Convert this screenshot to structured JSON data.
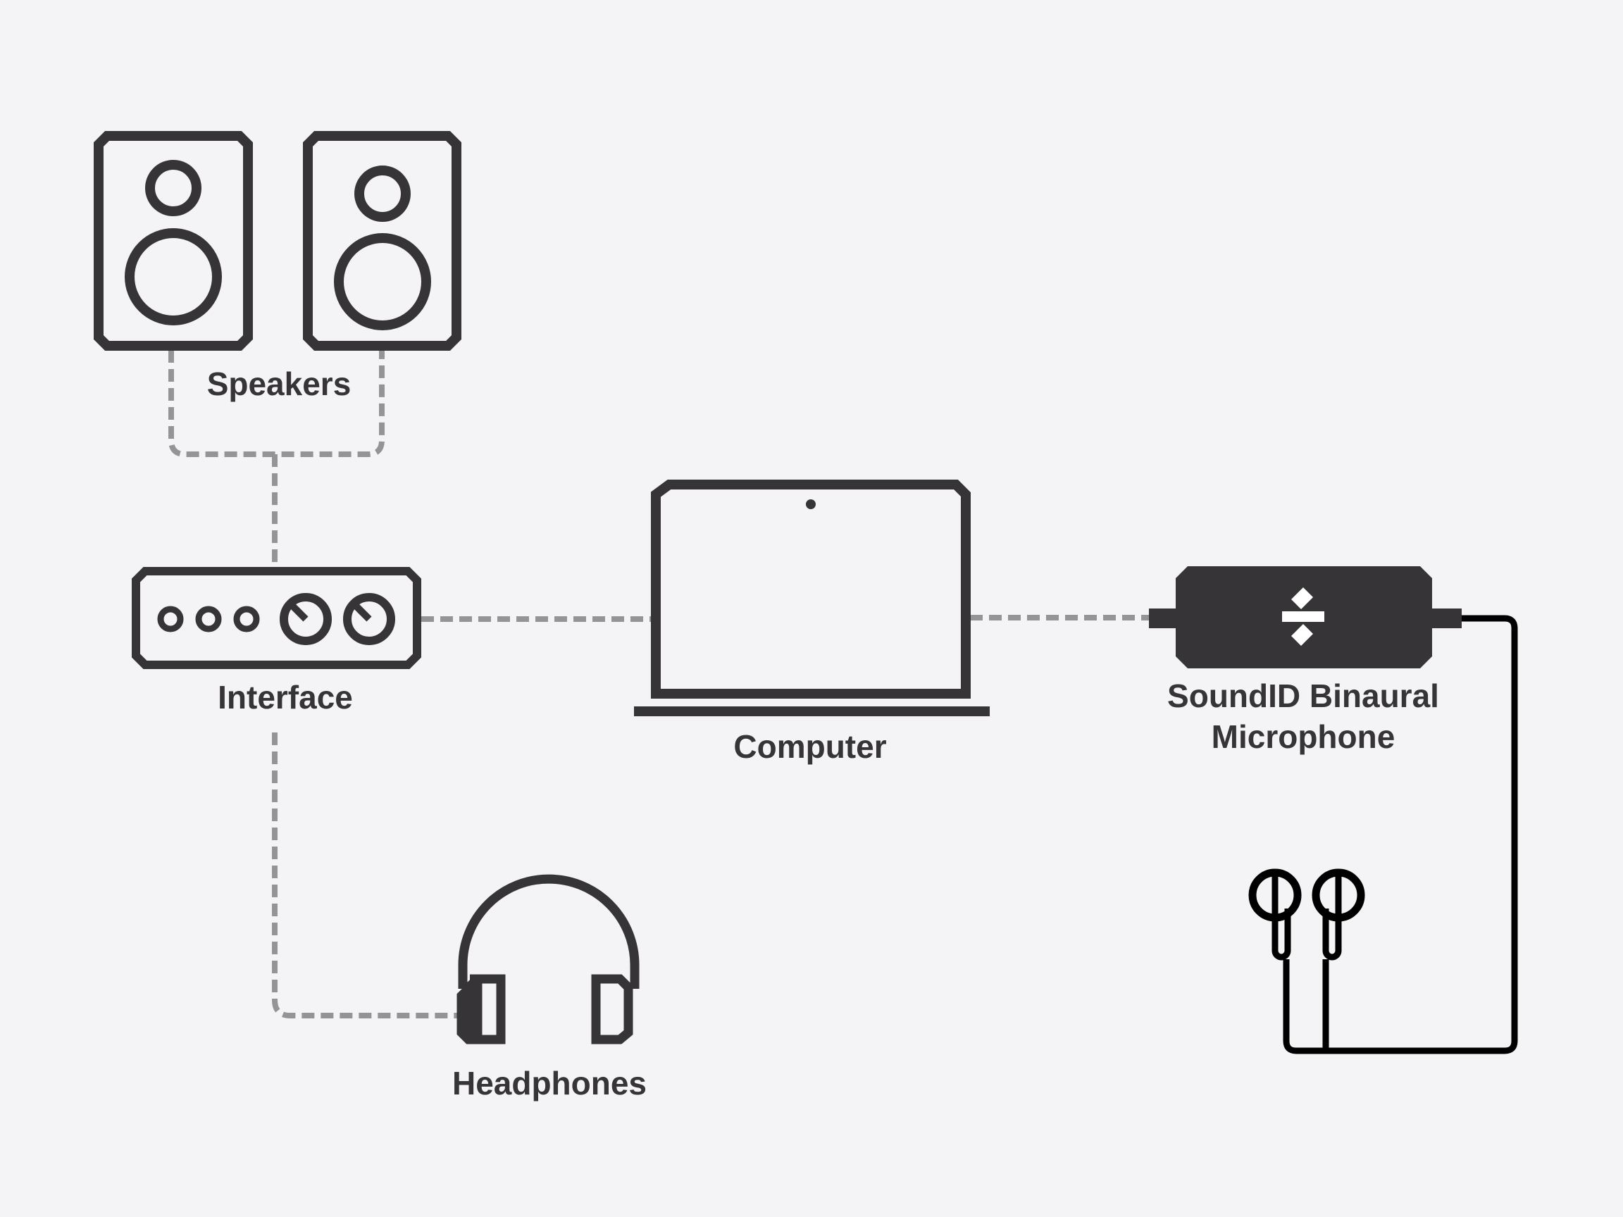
{
  "colors": {
    "background": "#f4f3f6",
    "device_stroke": "#363437",
    "cable_dashed": "#949396",
    "earbud_cable": "#000000",
    "logo_mark": "#ffffff"
  },
  "labels": {
    "speakers": "Speakers",
    "interface": "Interface",
    "computer": "Computer",
    "microphone_line1": "SoundID Binaural",
    "microphone_line2": "Microphone",
    "headphones": "Headphones"
  },
  "icons": {
    "speaker_left": "speaker-icon",
    "speaker_right": "speaker-icon",
    "interface": "audio-interface-icon",
    "computer": "laptop-icon",
    "microphone": "binaural-microphone-icon",
    "headphones": "headphones-icon",
    "earbuds": "earbuds-icon"
  }
}
